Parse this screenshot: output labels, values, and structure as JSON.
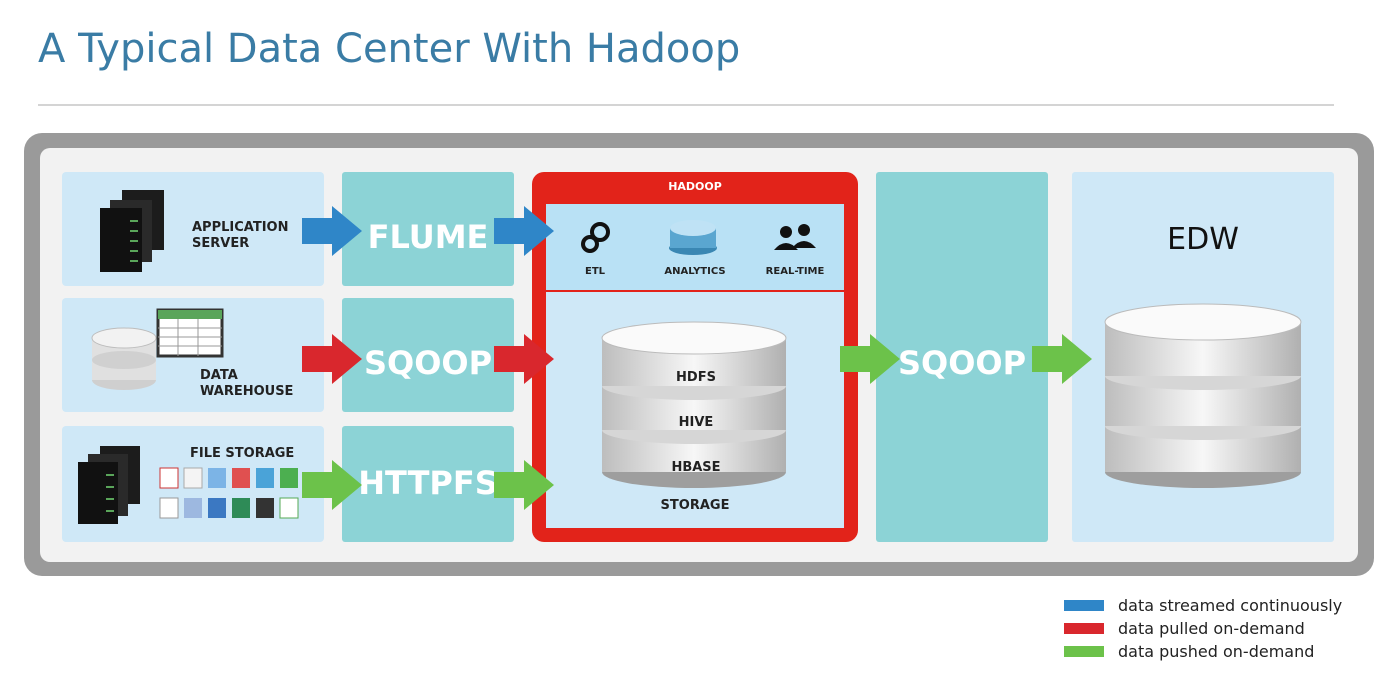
{
  "title": "A Typical Data Center With Hadoop",
  "sources": {
    "application_server": "APPLICATION\nSERVER",
    "data_warehouse": "DATA\nWAREHOUSE",
    "file_storage": "FILE STORAGE"
  },
  "ingest": {
    "flume": "FLUME",
    "sqoop": "SQOOP",
    "httpfs": "HTTPFS"
  },
  "hadoop": {
    "title": "HADOOP",
    "tools": [
      "ETL",
      "ANALYTICS",
      "REAL-TIME"
    ],
    "layers": [
      "HDFS",
      "HIVE",
      "HBASE"
    ],
    "storage_label": "STORAGE"
  },
  "export": {
    "sqoop": "SQOOP"
  },
  "edw": {
    "label": "EDW"
  },
  "legend": [
    {
      "label": "data streamed continuously",
      "color": "#2f86c8"
    },
    {
      "label": "data pulled on-demand",
      "color": "#d9272d"
    },
    {
      "label": "data pushed on-demand",
      "color": "#6cc24a"
    }
  ],
  "colors": {
    "stream": "#2f86c8",
    "pull": "#d9272d",
    "push": "#6cc24a",
    "hadoop_frame": "#e2231a",
    "source_panel": "#cfe8f7",
    "teal_panel": "#8cd3d6"
  }
}
